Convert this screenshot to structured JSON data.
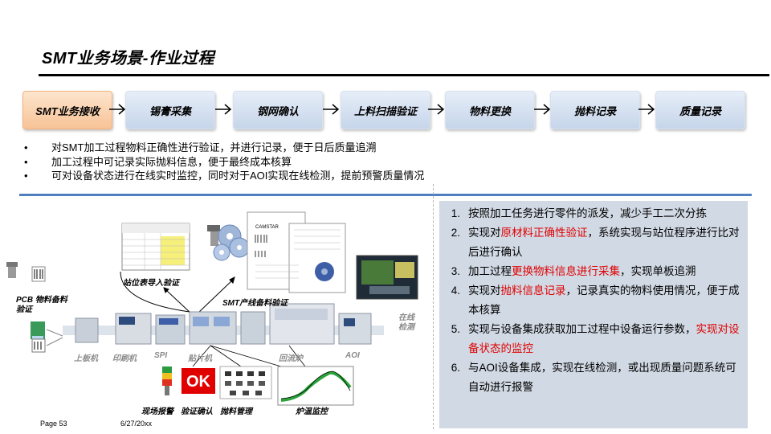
{
  "title": "SMT业务场景-作业过程",
  "flow": [
    {
      "label": "SMT业务接收",
      "active": true
    },
    {
      "label": "锡膏采集",
      "active": false
    },
    {
      "label": "钢网确认",
      "active": false
    },
    {
      "label": "上料扫描验证",
      "active": false
    },
    {
      "label": "物料更换",
      "active": false
    },
    {
      "label": "抛料记录",
      "active": false
    },
    {
      "label": "质量记录",
      "active": false
    }
  ],
  "bullets": [
    "对SMT加工过程物料正确性进行验证，并进行记录，便于日后质量追溯",
    "加工过程中可记录实际抛料信息，便于最终成本核算",
    "可对设备状态进行在线实时监控，同时对于AOI实现在线检测，提前预警质量情况"
  ],
  "points": [
    {
      "num": "1.",
      "parts": [
        {
          "t": "按照加工任务进行零件的派发，减少手工二次分拣",
          "red": false
        }
      ]
    },
    {
      "num": "2.",
      "parts": [
        {
          "t": "实现对",
          "red": false
        },
        {
          "t": "原材料正确性验证",
          "red": true
        },
        {
          "t": "，系统实现与站位程序进行比对后进行确认",
          "red": false
        }
      ]
    },
    {
      "num": "3.",
      "parts": [
        {
          "t": "加工过程",
          "red": false
        },
        {
          "t": "更换物料信息进行采集",
          "red": true
        },
        {
          "t": "，实现单板追溯",
          "red": false
        }
      ]
    },
    {
      "num": "4.",
      "parts": [
        {
          "t": "实现对",
          "red": false
        },
        {
          "t": "抛料信息记录",
          "red": true
        },
        {
          "t": "，记录真实的物料使用情况，便于成本核算",
          "red": false
        }
      ]
    },
    {
      "num": "5.",
      "parts": [
        {
          "t": "实现与设备集成获取加工过程中设备运行参数，",
          "red": false
        },
        {
          "t": "实现对设备状态的监控",
          "red": true
        }
      ]
    },
    {
      "num": "6.",
      "parts": [
        {
          "t": "与AOI设备集成，实现在线检测，或出现质量问题系统可自动进行报警",
          "red": false
        }
      ]
    }
  ],
  "diagram": {
    "station_table_label": "站位表导入验证",
    "pcb_label": "PCB 物料备料验证",
    "smt_label": "SMT产线备料验证",
    "online_label": "在线检测",
    "machines": [
      "上板机",
      "印刷机",
      "SPI",
      "贴片机",
      "回流炉",
      "AOI"
    ],
    "bottom_labels": [
      "现场报警",
      "验证确认",
      "抛料管理",
      "炉温监控"
    ],
    "ok_text": "OK",
    "doc_brand": "CAMSTAR"
  },
  "footer": {
    "page": "Page 53",
    "date": "6/27/20xx"
  },
  "colors": {
    "accent_red": "#e00000",
    "separator_blue": "#4f7fbf",
    "panel_bg": "#d1d9e4",
    "active_step": "#f7c396",
    "step": "#c6d5ea"
  }
}
